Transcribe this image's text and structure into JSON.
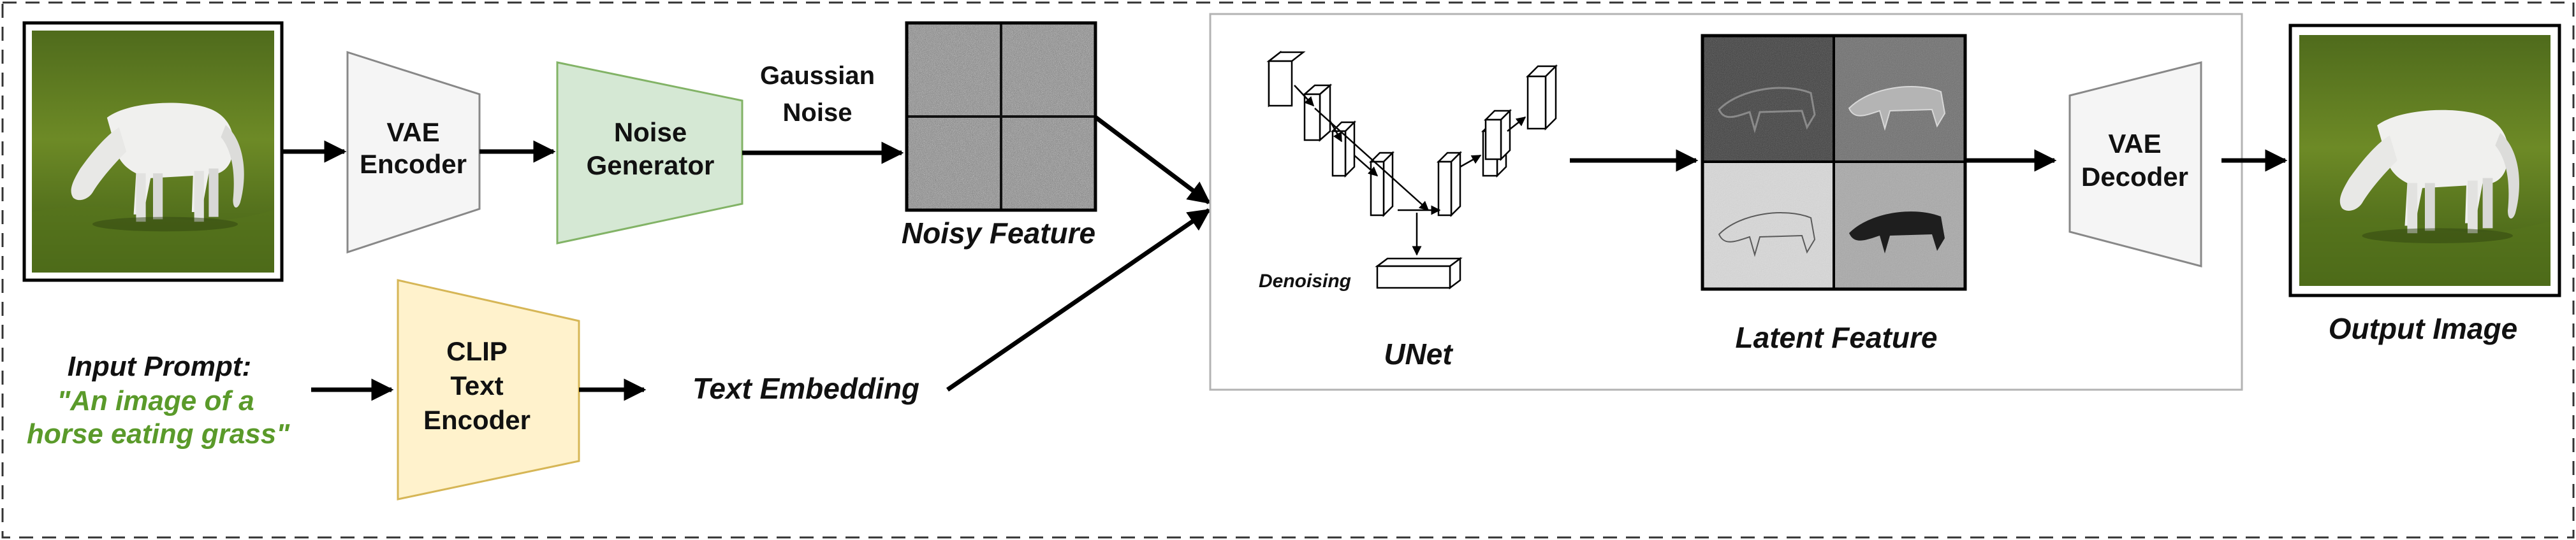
{
  "diagram": {
    "colors": {
      "border": "#333333",
      "vae_fill": "#f5f5f5",
      "vae_stroke": "#888888",
      "noise_gen_fill": "#d5e8d4",
      "noise_gen_stroke": "#82b366",
      "clip_fill": "#fff2cc",
      "clip_stroke": "#d6b656",
      "prompt_green": "#5a9a2a",
      "arrow": "#000000",
      "panel_stroke": "#b3b3b3"
    },
    "input_image": {
      "icon": "horse-grazing-image"
    },
    "output_image": {
      "icon": "horse-grazing-image",
      "caption": "Output Image"
    },
    "vae_encoder": {
      "line1": "VAE",
      "line2": "Encoder"
    },
    "noise_generator": {
      "line1": "Noise",
      "line2": "Generator"
    },
    "gaussian_noise": {
      "line1": "Gaussian",
      "line2": "Noise"
    },
    "noisy_feature": {
      "caption": "Noisy Feature",
      "icon": "noise-grid-image"
    },
    "prompt": {
      "heading": "Input Prompt:",
      "line1": "\"An image of a",
      "line2": "horse eating grass\""
    },
    "clip_encoder": {
      "line1": "CLIP",
      "line2": "Text",
      "line3": "Encoder"
    },
    "text_embedding": {
      "label": "Text Embedding"
    },
    "unet": {
      "caption": "UNet",
      "denoising_label": "Denoising",
      "icon": "unet-architecture-icon"
    },
    "latent_feature": {
      "caption": "Latent Feature",
      "icon": "latent-feature-grid-image"
    },
    "vae_decoder": {
      "line1": "VAE",
      "line2": "Decoder"
    }
  }
}
